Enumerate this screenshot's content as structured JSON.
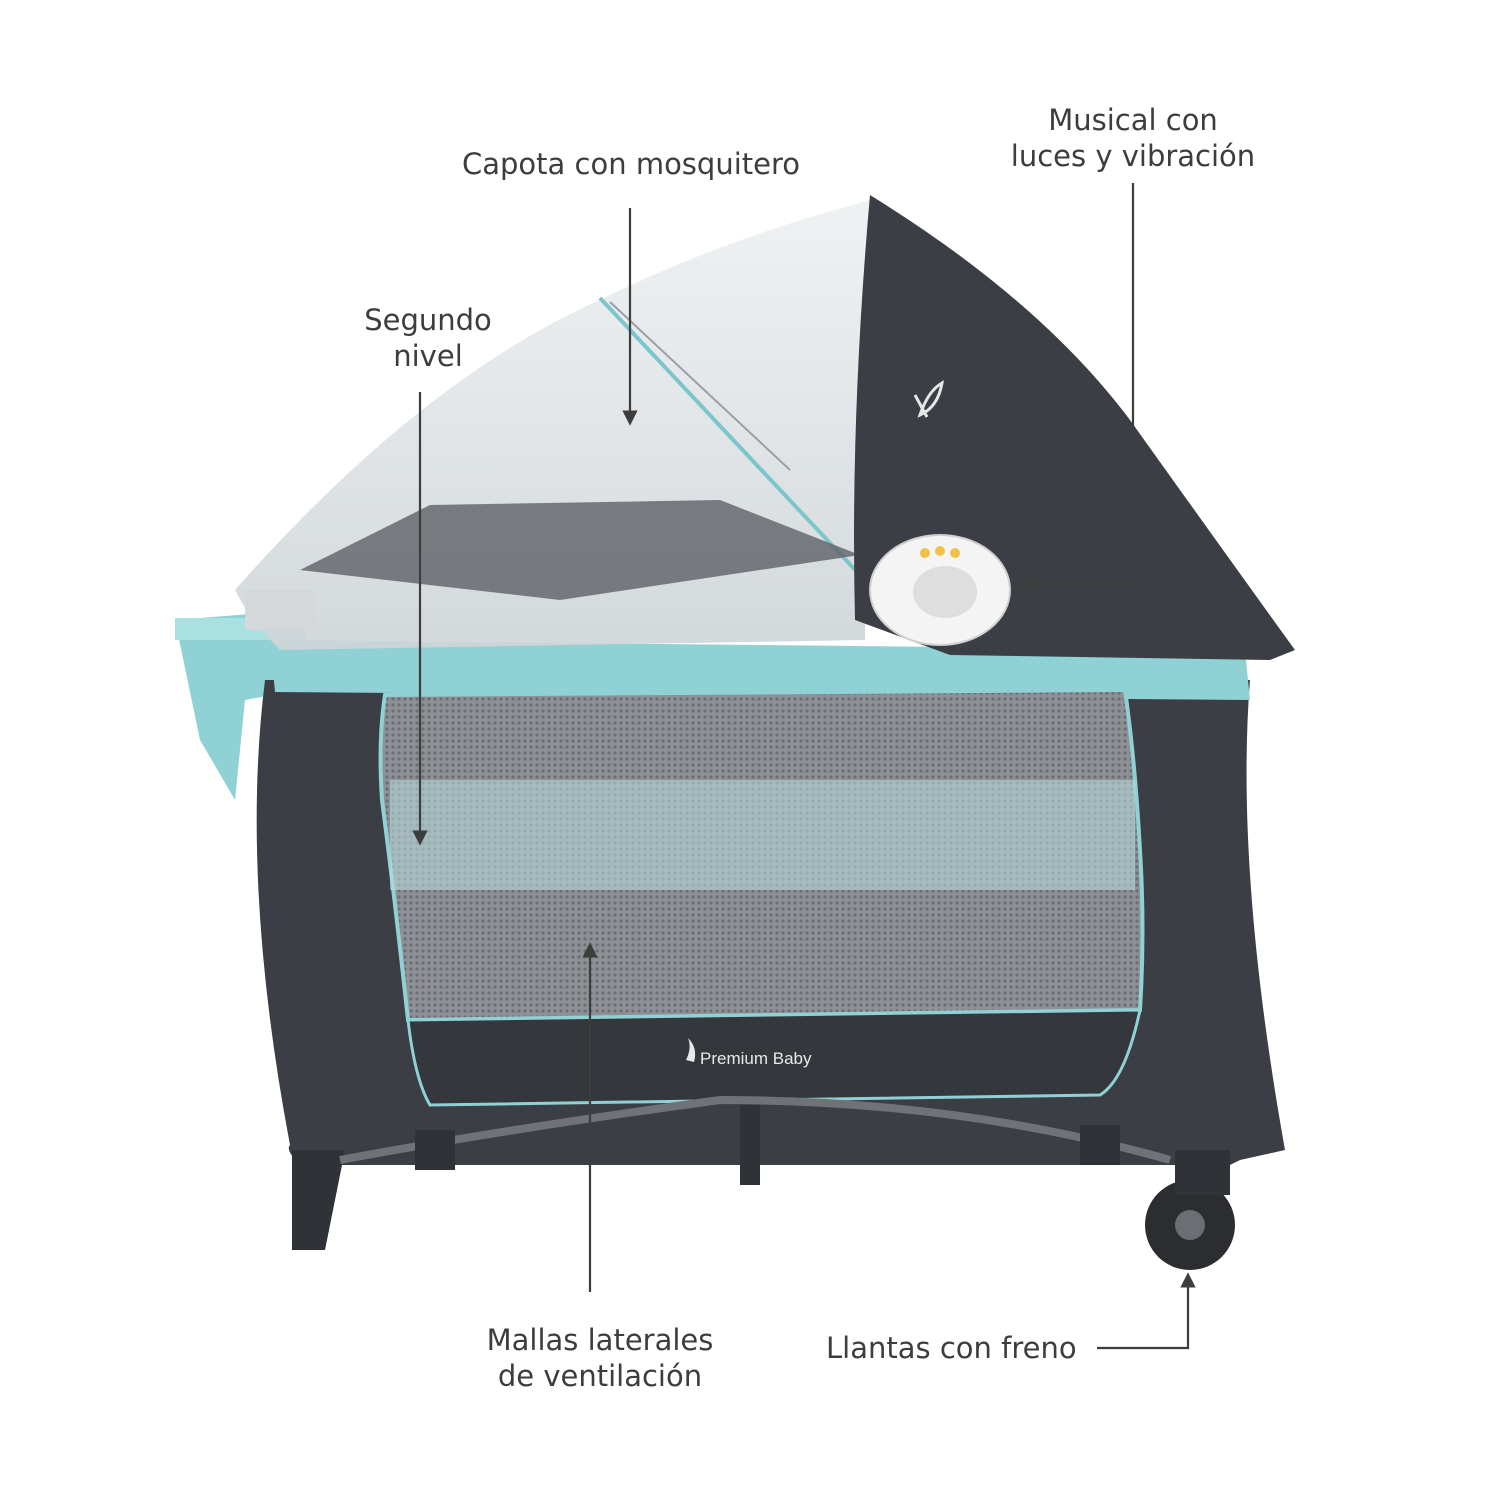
{
  "labels": {
    "capota": "Capota con mosquitero",
    "musical_line1": "Musical con",
    "musical_line2": "luces y vibración",
    "segundo_line1": "Segundo",
    "segundo_line2": "nivel",
    "mallas_line1": "Mallas laterales",
    "mallas_line2": "de ventilación",
    "llantas": "Llantas con freno"
  },
  "brand": {
    "name": "Premium Baby",
    "logo_icon": "leaf-logo-icon"
  },
  "colors": {
    "frame_dark": "#3b3e44",
    "accent_aqua": "#8fd1d4",
    "mesh_gray": "#9a9ea3",
    "net_white": "#e9ecee",
    "text": "#3d3d3d"
  }
}
